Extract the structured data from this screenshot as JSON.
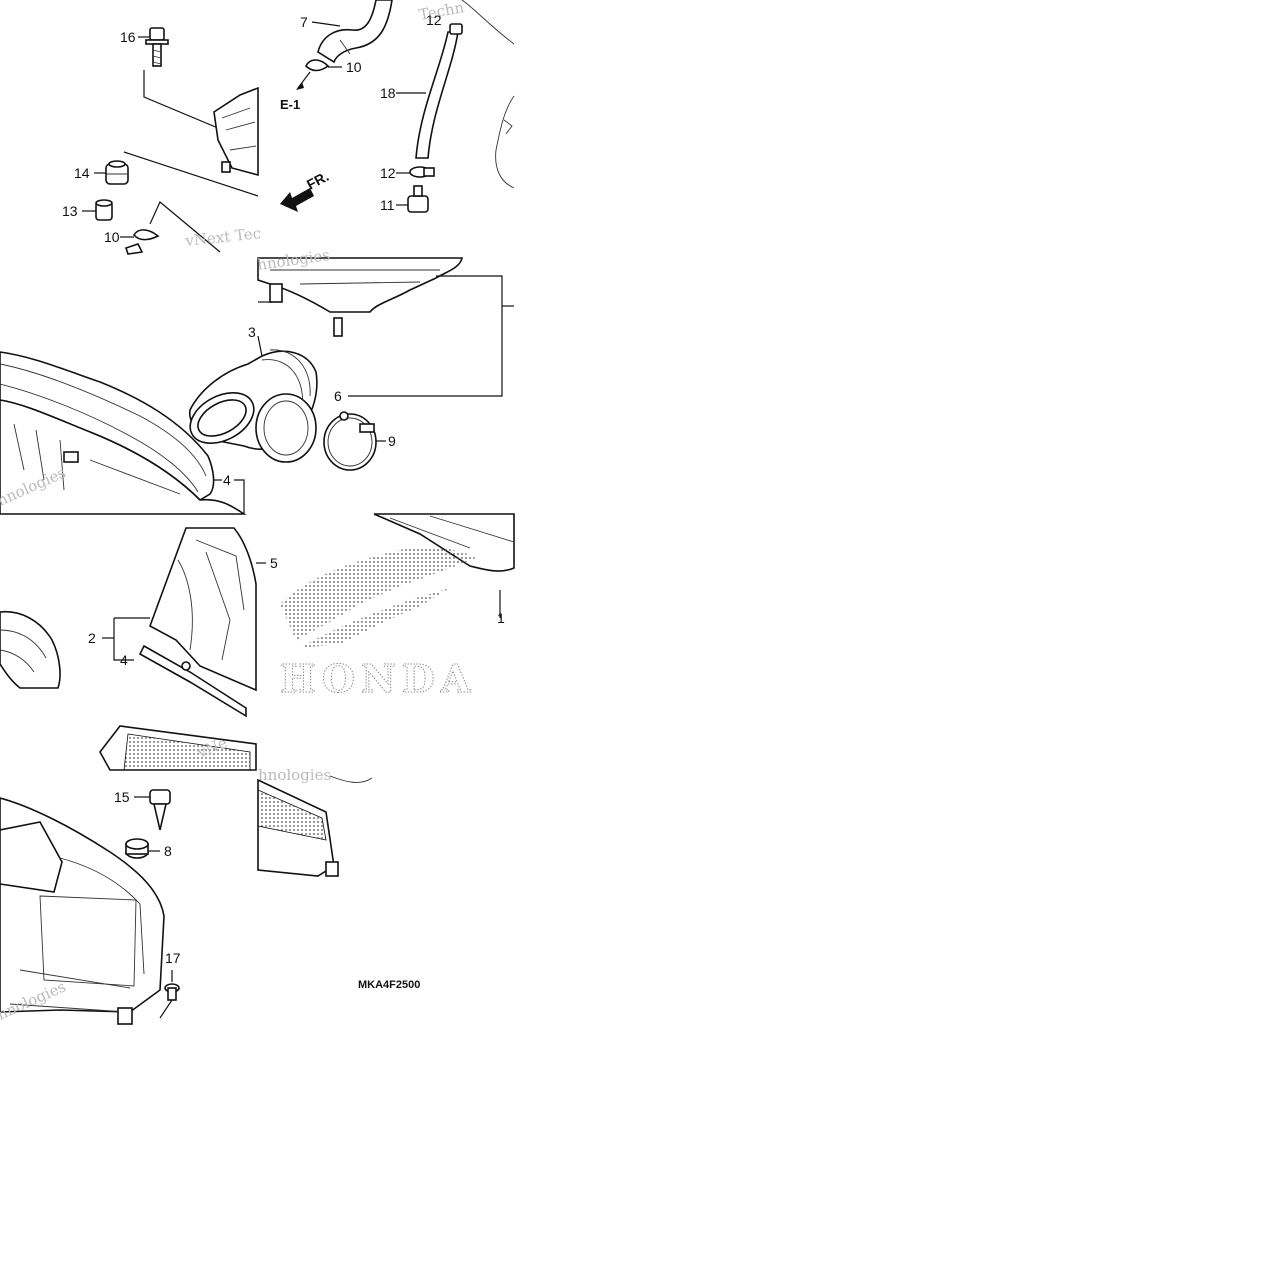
{
  "callouts": {
    "c1": "1",
    "c2": "2",
    "c3": "3",
    "c4a": "4",
    "c4b": "4",
    "c5": "5",
    "c6": "6",
    "c7": "7",
    "c8": "8",
    "c9": "9",
    "c10a": "10",
    "c10b": "10",
    "c11": "11",
    "c12a": "12",
    "c12b": "12",
    "c13": "13",
    "c14": "14",
    "c15": "15",
    "c16": "16",
    "c17": "17",
    "c18": "18"
  },
  "reference_arrow": "E-1",
  "front_arrow": "FR.",
  "diagram_code": "MKA4F2500",
  "brand": "HONDA",
  "watermark": {
    "line1": "vNext Tec",
    "line2": "hnologies",
    "line3": "Techn",
    "line4": "vNe"
  },
  "colors": {
    "line": "#111111",
    "watermark": "#bbbbbb",
    "logo_dots": "#555555"
  }
}
